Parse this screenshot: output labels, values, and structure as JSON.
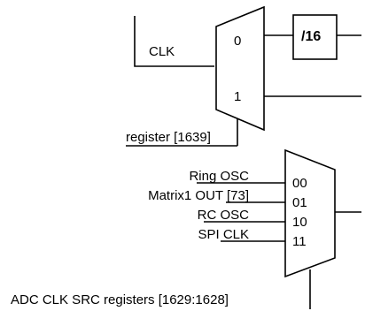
{
  "mux1": {
    "clk_label": "CLK",
    "input0_label": "0",
    "input1_label": "1",
    "select_label": "register [1639]"
  },
  "divider": {
    "label": "/16"
  },
  "mux2": {
    "inputs": [
      {
        "name": "Ring OSC",
        "code": "00"
      },
      {
        "name": "Matrix1 OUT [73]",
        "code": "01"
      },
      {
        "name": "RC OSC",
        "code": "10"
      },
      {
        "name": "SPI CLK",
        "code": "11"
      }
    ],
    "select_label": "ADC CLK SRC registers [1629:1628]"
  }
}
